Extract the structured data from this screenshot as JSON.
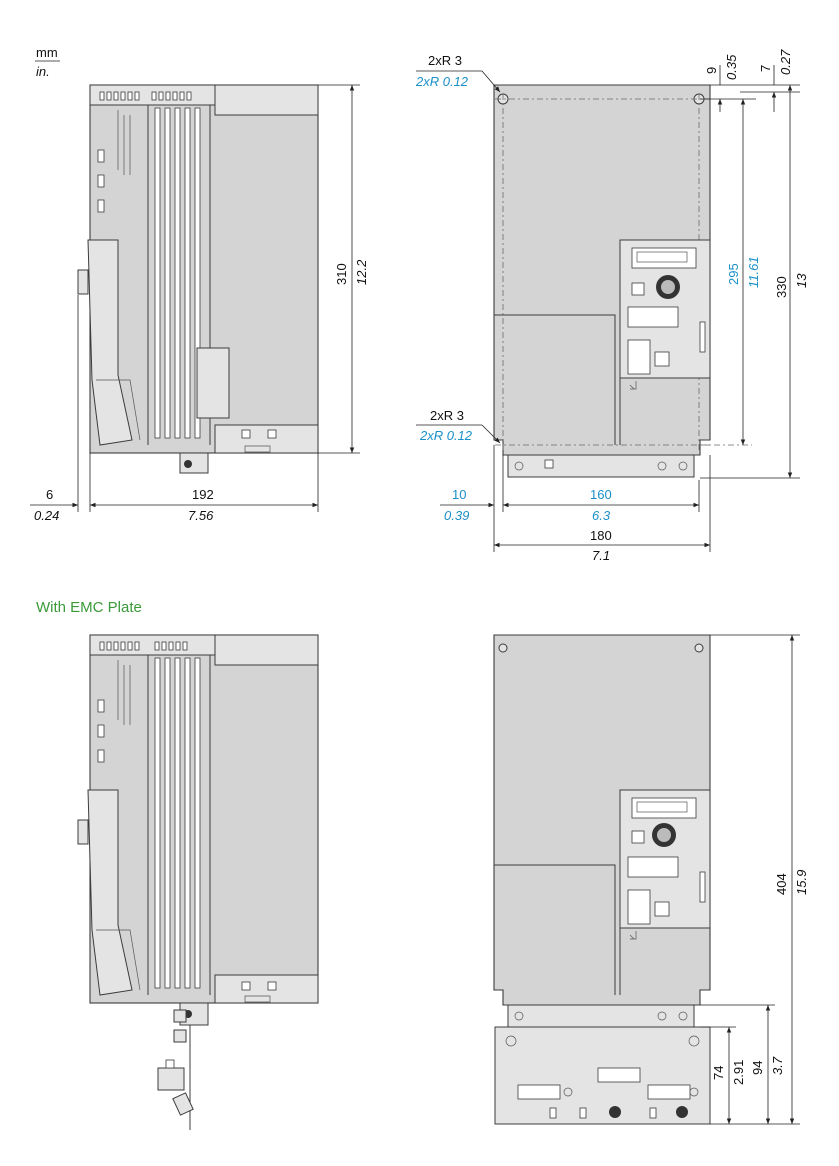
{
  "units": {
    "metric": "mm",
    "imperial": "in."
  },
  "colors": {
    "body": "#d4d4d4",
    "outline": "#3c3c3c",
    "blue": "#1a90c8",
    "green": "#3a9a3a"
  },
  "top_view": {
    "radius_top_mm": "2xR 3",
    "radius_top_in": "2xR 0.12",
    "radius_bottom_mm": "2xR 3",
    "radius_bottom_in": "2xR 0.12",
    "top_hole_offset_mm": "9",
    "top_hole_offset_in": "0.35",
    "top_edge_offset_mm": "7",
    "top_edge_offset_in": "0.27",
    "hole_spacing_v_mm": "295",
    "hole_spacing_v_in": "11.61",
    "total_height_mm": "330",
    "total_height_in": "13",
    "hole_edge_offset_mm": "10",
    "hole_edge_offset_in": "0.39",
    "hole_spacing_h_mm": "160",
    "hole_spacing_h_in": "6.3",
    "width_mm": "180",
    "width_in": "7.1"
  },
  "side_view": {
    "height_mm": "310",
    "height_in": "12.2",
    "depth_mm": "192",
    "depth_in": "7.56",
    "offset_mm": "6",
    "offset_in": "0.24"
  },
  "emc_section": {
    "title": "With EMC Plate",
    "total_height_mm": "404",
    "total_height_in": "15.9",
    "plate_a_mm": "74",
    "plate_a_in": "2.91",
    "plate_b_mm": "94",
    "plate_b_in": "3.7"
  }
}
